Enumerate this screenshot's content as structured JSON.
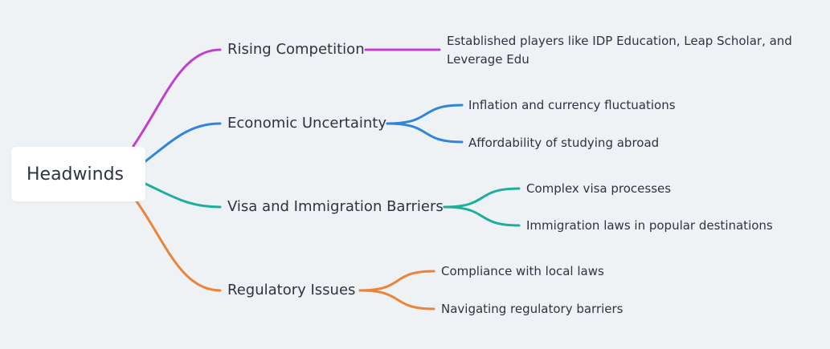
{
  "root": {
    "label": "Headwinds"
  },
  "branches": [
    {
      "label": "Rising Competition",
      "color": "#c03fcf",
      "leaves": [
        "Established players like IDP Education, Leap Scholar, and",
        "Leverage Edu"
      ]
    },
    {
      "label": "Economic Uncertainty",
      "color": "#2f86d6",
      "leaves": [
        "Inflation and currency fluctuations",
        "Affordability of studying abroad"
      ]
    },
    {
      "label": "Visa and Immigration Barriers",
      "color": "#1fae9b",
      "leaves": [
        "Complex visa processes",
        "Immigration laws in popular destinations"
      ]
    },
    {
      "label": "Regulatory Issues",
      "color": "#e8853a",
      "leaves": [
        "Compliance with local laws",
        "Navigating regulatory barriers"
      ]
    }
  ]
}
